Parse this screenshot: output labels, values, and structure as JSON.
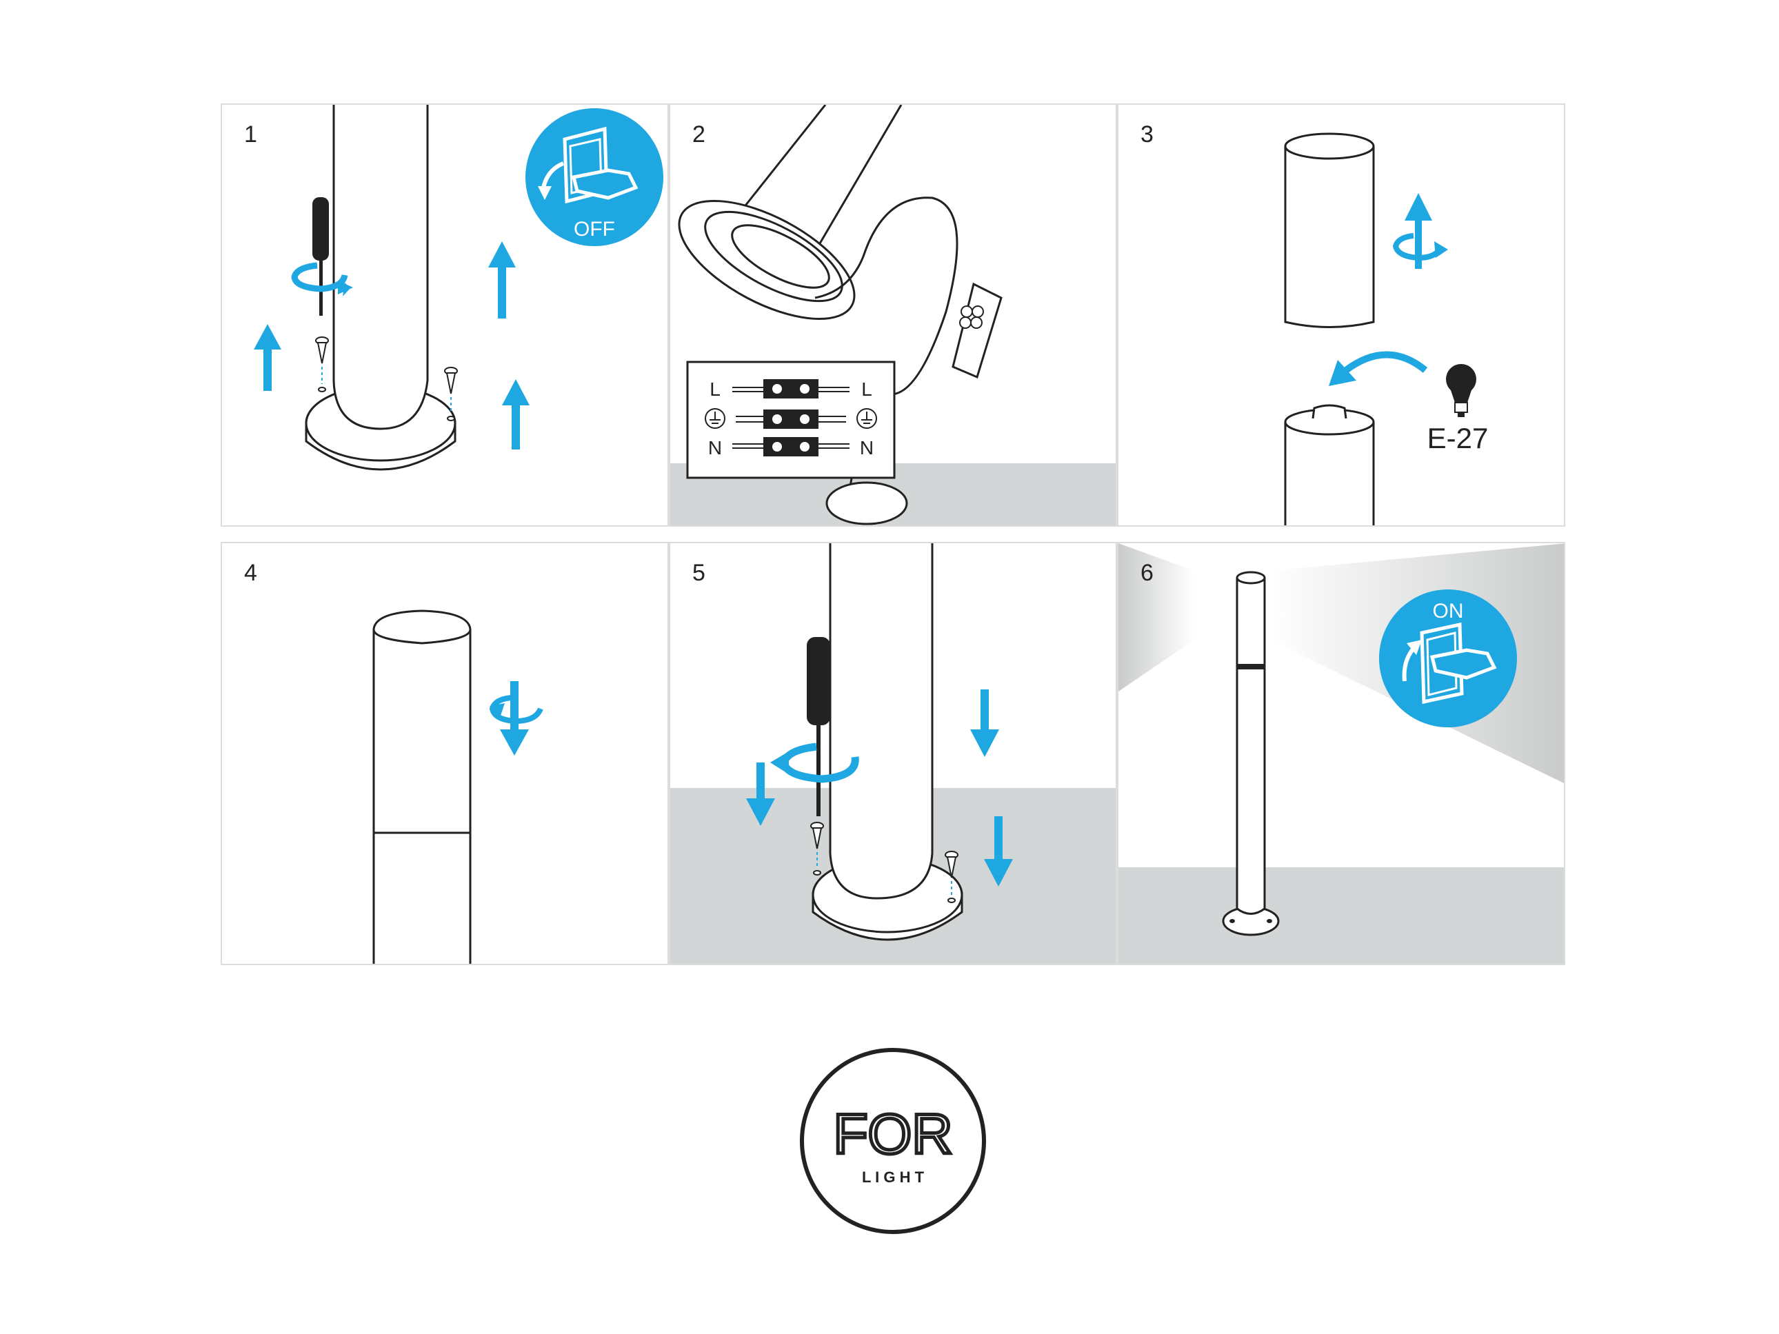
{
  "steps": [
    {
      "number": "1",
      "badge": "OFF"
    },
    {
      "number": "2",
      "wiring": {
        "l": "L",
        "n": "N"
      }
    },
    {
      "number": "3",
      "bulb": "E-27"
    },
    {
      "number": "4"
    },
    {
      "number": "5"
    },
    {
      "number": "6",
      "badge": "ON"
    }
  ],
  "logo": {
    "main": "FOR",
    "sub": "L I G H T"
  },
  "colors": {
    "accent": "#1ea7e1",
    "line": "#222222",
    "floor": "#d3d6d6"
  },
  "icons": [
    "screwdriver-icon",
    "rotate-arrow-icon",
    "up-arrow-icon",
    "down-arrow-icon",
    "switch-icon",
    "bulb-icon",
    "ground-icon"
  ]
}
